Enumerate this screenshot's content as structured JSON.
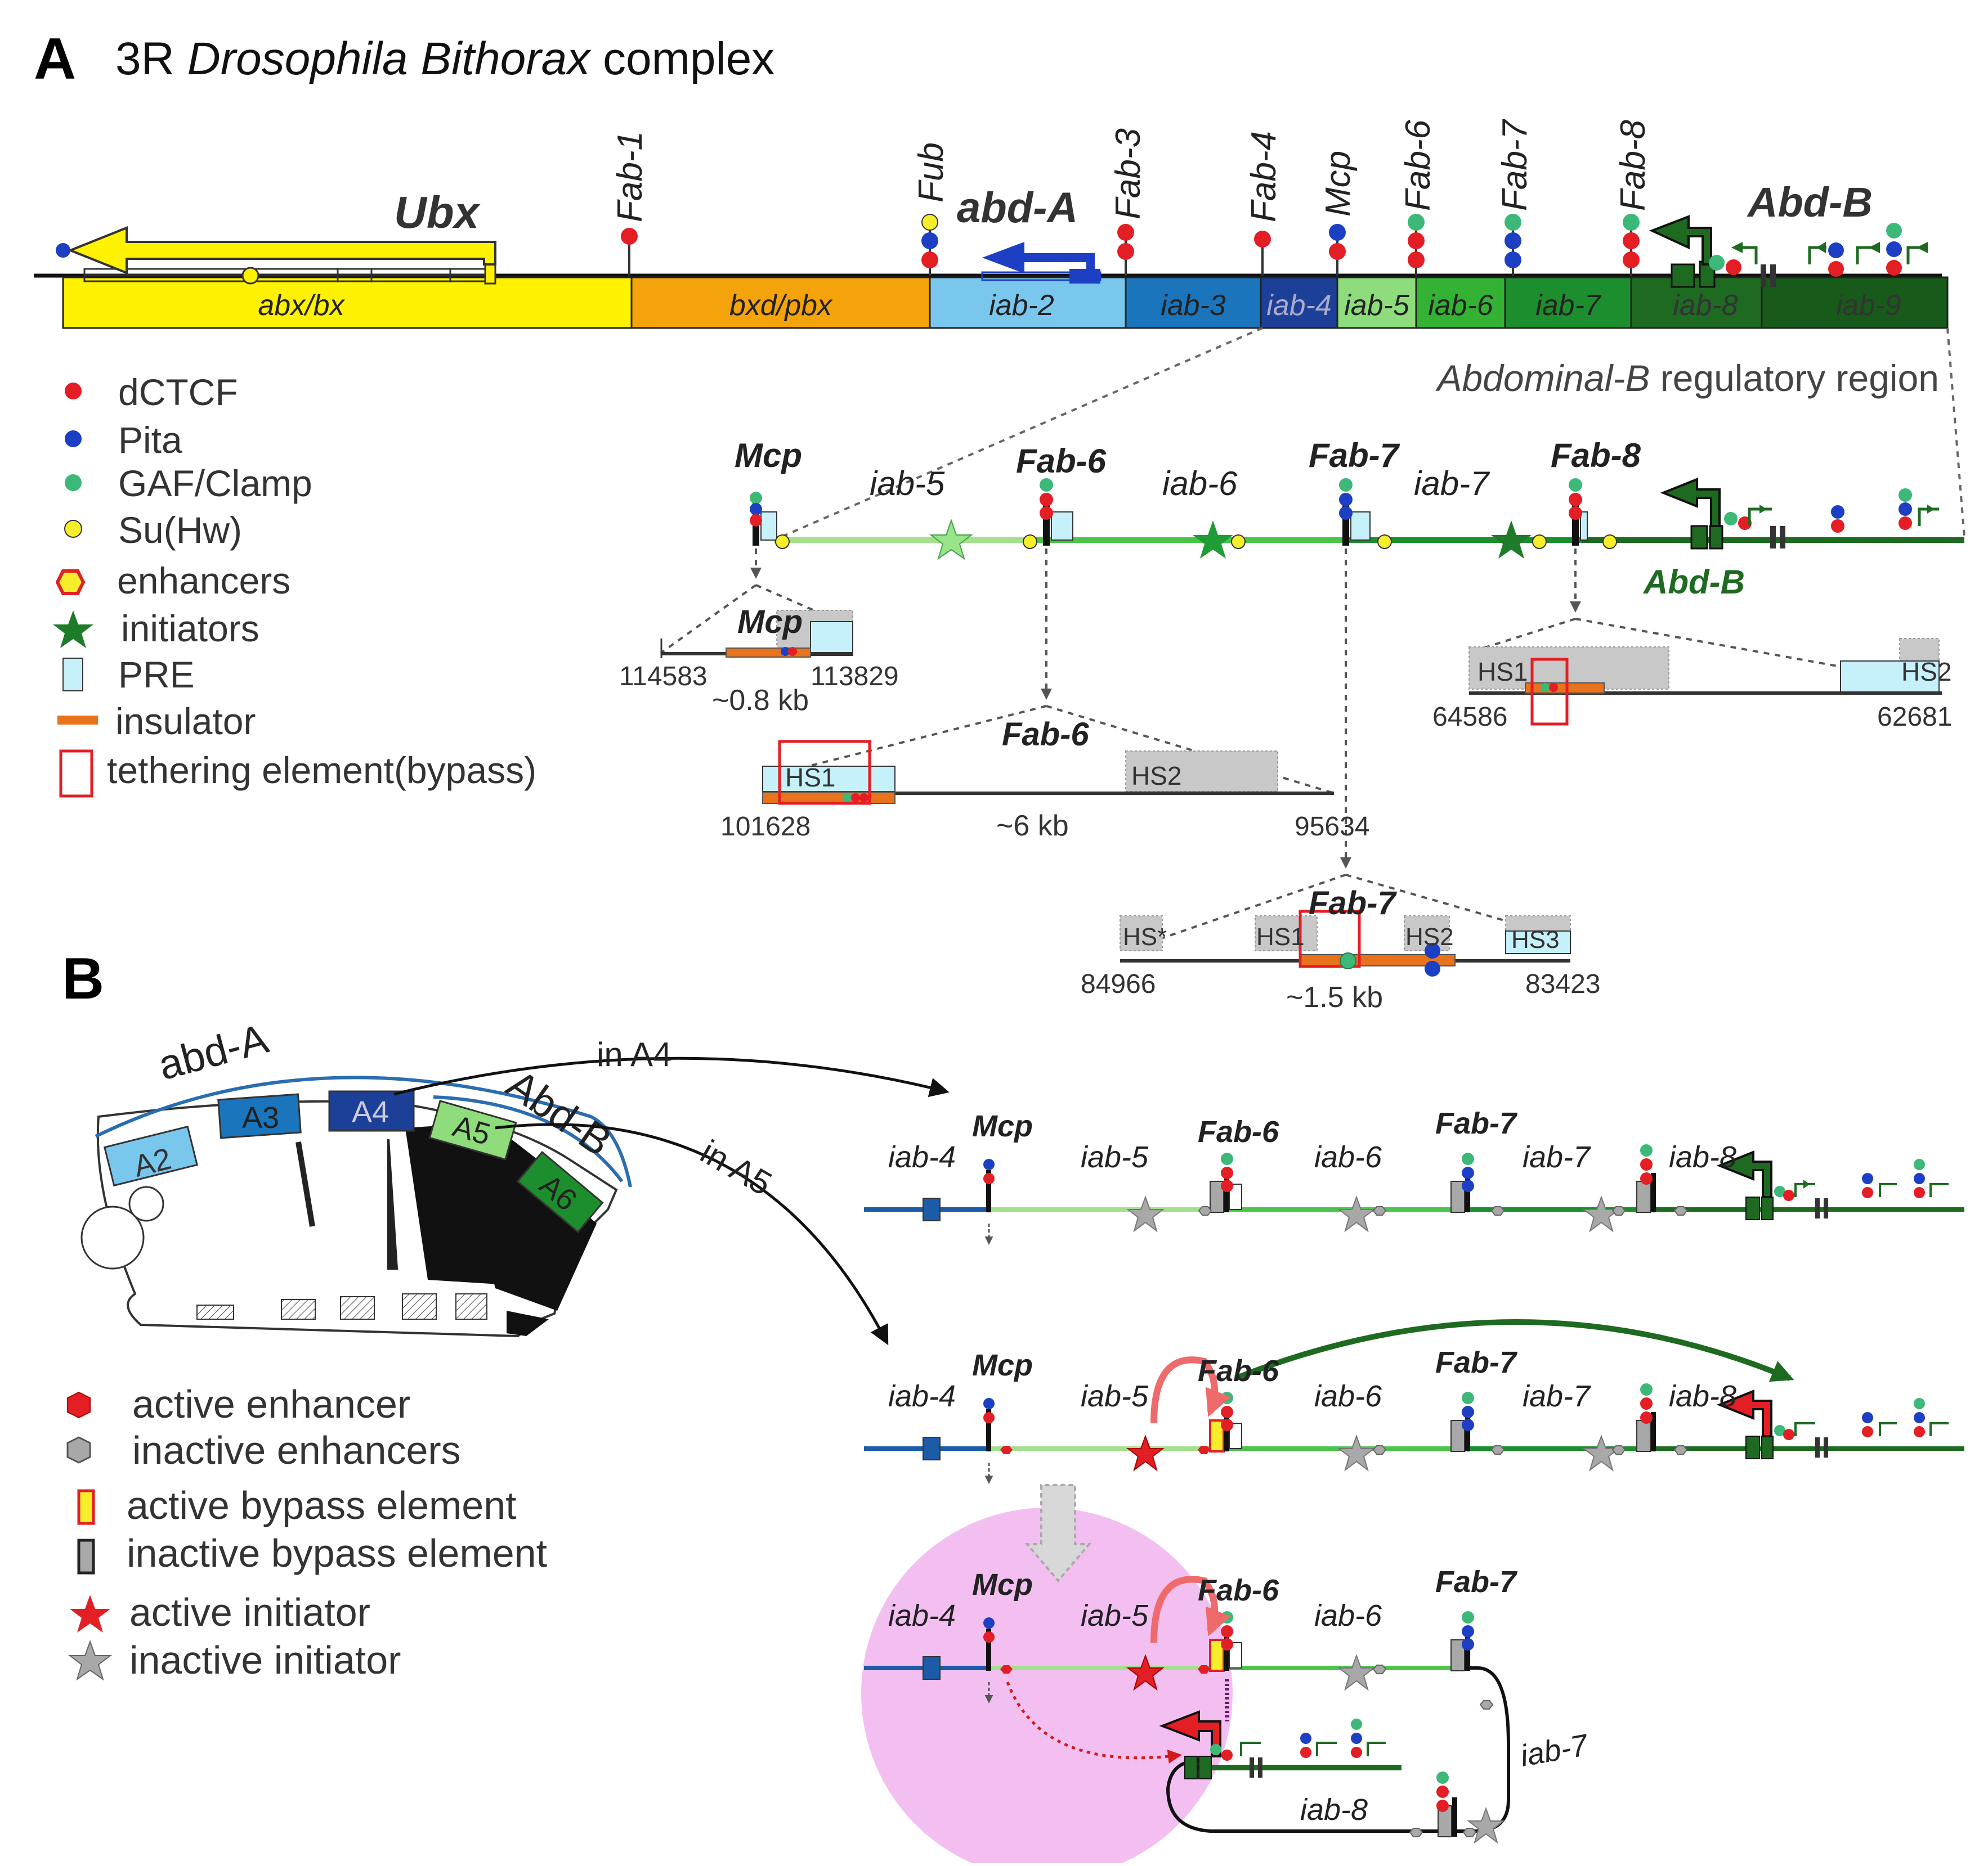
{
  "panel_a": {
    "letter": "A",
    "title_pre": "3R ",
    "title_italic": "Drosophila Bithorax",
    "title_post": " complex",
    "genes": {
      "ubx": "Ubx",
      "abd_a": "abd-A",
      "abd_b": "Abd-B"
    },
    "boundaries": [
      "Fab-1",
      "Fub",
      "Fab-3",
      "Fab-4",
      "Mcp",
      "Fab-6",
      "Fab-7",
      "Fab-8"
    ],
    "domains": [
      "abx/bx",
      "bxd/pbx",
      "iab-2",
      "iab-3",
      "iab-4",
      "iab-5",
      "iab-6",
      "iab-7",
      "iab-8",
      "iab-9"
    ],
    "region_label_italic": "Abdominal-B",
    "region_label_rest": " regulatory region",
    "zoom": {
      "labels": [
        "Mcp",
        "iab-5",
        "Fab-6",
        "iab-6",
        "Fab-7",
        "iab-7",
        "Fab-8",
        "Abd-B"
      ]
    },
    "insets": {
      "mcp": {
        "title": "Mcp",
        "left": "114583",
        "right": "113829",
        "size": "~0.8 kb"
      },
      "fab6": {
        "title": "Fab-6",
        "hs1": "HS1",
        "hs2": "HS2",
        "left": "101628",
        "right": "95634",
        "size": "~6 kb"
      },
      "fab8": {
        "hs1": "HS1",
        "hs2": "HS2",
        "left": "64586",
        "right": "62681"
      },
      "fab7": {
        "title": "Fab-7",
        "hs_star": "HS*",
        "hs1": "HS1",
        "hs2": "HS2",
        "hs3": "HS3",
        "left": "84966",
        "right": "83423",
        "size": "~1.5 kb"
      }
    },
    "legend": [
      {
        "label": "dCTCF",
        "icon": "red-dot-icon",
        "color": "#e31e24"
      },
      {
        "label": "Pita",
        "icon": "blue-dot-icon",
        "color": "#1c3fc4"
      },
      {
        "label": "GAF/Clamp",
        "icon": "green-dot-icon",
        "color": "#3cb878"
      },
      {
        "label": "Su(Hw)",
        "icon": "yellow-dot-icon",
        "color": "#f7ee2b"
      },
      {
        "label": "enhancers",
        "icon": "hexagon-icon",
        "color": "#f7ee2b"
      },
      {
        "label": "initiators",
        "icon": "star-icon",
        "color": "#1e7b2a"
      },
      {
        "label": "PRE",
        "icon": "pre-box-icon",
        "color": "#c6f1fb"
      },
      {
        "label": "insulator",
        "icon": "insulator-bar-icon",
        "color": "#e8731c"
      },
      {
        "label": "tethering element(bypass)",
        "icon": "tether-box-icon",
        "color": "#e31e24"
      }
    ]
  },
  "panel_b": {
    "letter": "B",
    "embryo": {
      "abd_a": "abd-A",
      "abd_b": "Abd-B",
      "segments": [
        "A2",
        "A3",
        "A4",
        "A5",
        "A6"
      ]
    },
    "arrows": [
      "in A4",
      "in A5"
    ],
    "rows": {
      "labels_row1": [
        "iab-4",
        "Mcp",
        "iab-5",
        "Fab-6",
        "iab-6",
        "Fab-7",
        "iab-7",
        "iab-8"
      ],
      "labels_row3": [
        "iab-4",
        "Mcp",
        "iab-5",
        "Fab-6",
        "iab-6",
        "Fab-7",
        "iab-7",
        "iab-8"
      ]
    },
    "legend": [
      {
        "label": "active enhancer",
        "icon": "red-hexagon-icon",
        "color": "#e31e24"
      },
      {
        "label": "inactive enhancers",
        "icon": "gray-hexagon-icon",
        "color": "#a8a8a8"
      },
      {
        "label": "active bypass element",
        "icon": "yellow-bypass-icon",
        "color": "#f7ee2b"
      },
      {
        "label": "inactive bypass element",
        "icon": "gray-bypass-icon",
        "color": "#a8a8a8"
      },
      {
        "label": "active initiator",
        "icon": "red-star-icon",
        "color": "#e31e24"
      },
      {
        "label": "inactive initiator",
        "icon": "gray-star-icon",
        "color": "#a8a8a8"
      }
    ]
  }
}
